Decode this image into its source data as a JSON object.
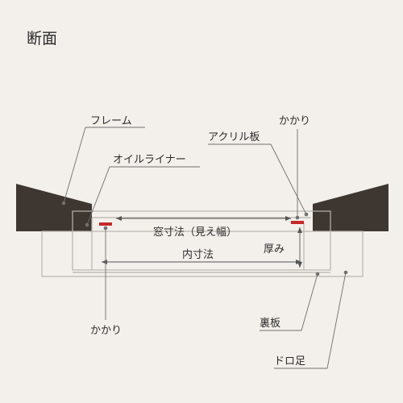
{
  "title": "断面",
  "labels": {
    "frame": "フレーム",
    "hook_top": "かかり",
    "acrylic": "アクリル板",
    "oil_liner": "オイルライナー",
    "window_size": "窓寸法（見え幅）",
    "thickness": "厚み",
    "inner_size": "内寸法",
    "hook_bottom": "かかり",
    "back_board": "裏板",
    "doro_foot": "ドロ足"
  },
  "colors": {
    "background": "#f3f0eb",
    "frame_fill": "#3e3631",
    "body_fill": "#f3f0eb",
    "outline": "#b9b4ad",
    "hook_red": "#c8282a",
    "text": "#2b2b2b",
    "leader": "#6f6f6f"
  }
}
